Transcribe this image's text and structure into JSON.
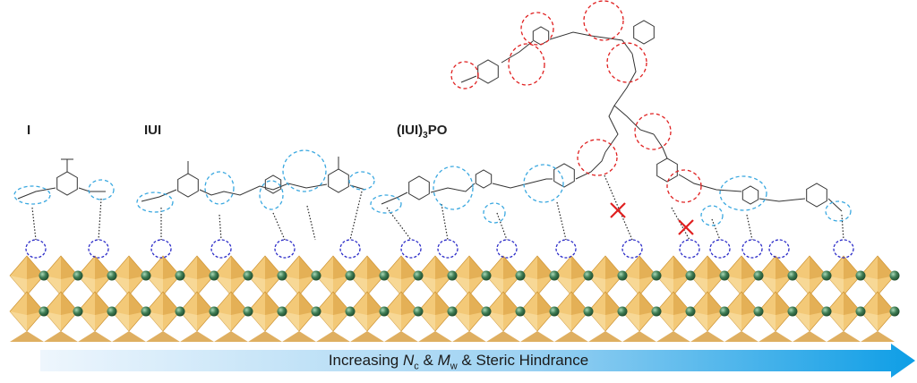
{
  "labels": {
    "molecule_1": "I",
    "molecule_2": "IUI",
    "molecule_3_main": "(IUI)",
    "molecule_3_sub": "3",
    "molecule_3_tail": "PO"
  },
  "arrow": {
    "prefix": "Increasing ",
    "nc_symbol": "N",
    "nc_sub": "c",
    "amp1": " & ",
    "mw_symbol": "M",
    "mw_sub": "w",
    "suffix": " & Steric Hindrance"
  },
  "colors": {
    "octahedron_light": "#f3c978",
    "octahedron_dark": "#d79b3a",
    "cation": "#3f7d55",
    "site_circle": "#2b2bc8",
    "blue_dash": "#3aa8e0",
    "red_dash": "#e02020",
    "arrow_start": "#eef6fd",
    "arrow_end": "#0e9ee6"
  }
}
